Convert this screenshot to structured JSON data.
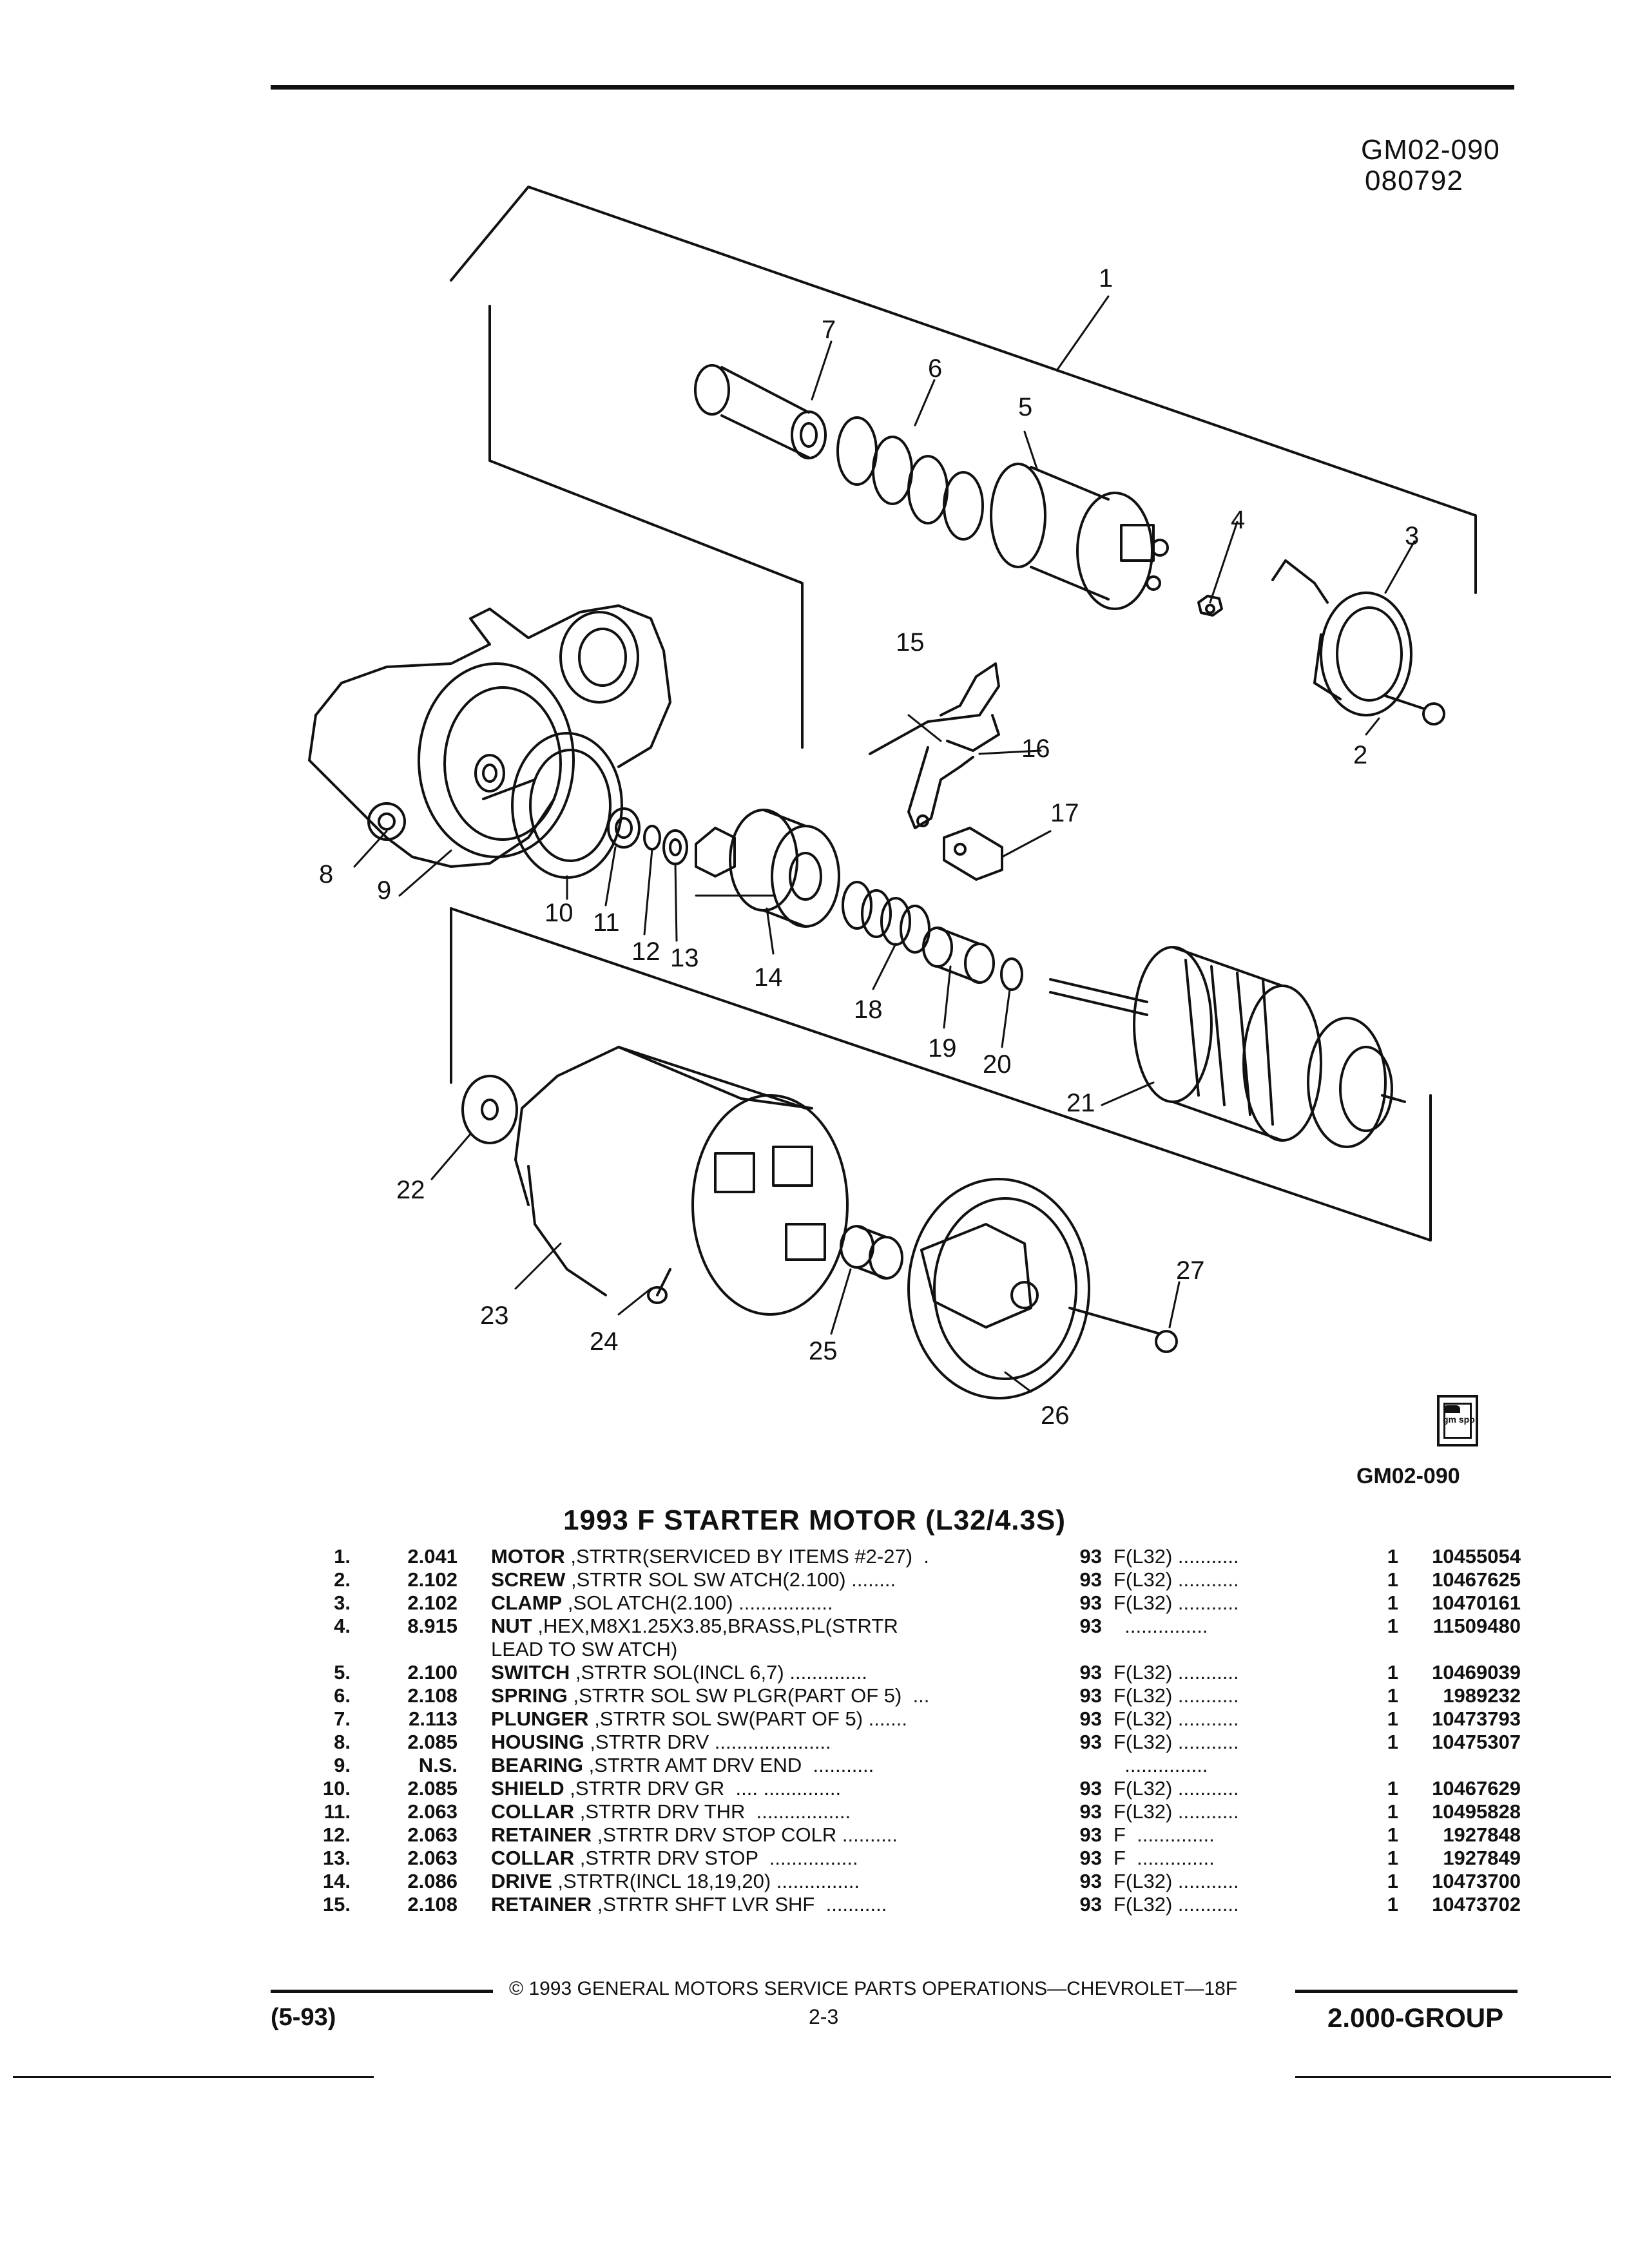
{
  "header": {
    "doc_id": "GM02-090",
    "date_code": "080792"
  },
  "diagram": {
    "callouts": [
      "1",
      "2",
      "3",
      "4",
      "5",
      "6",
      "7",
      "8",
      "9",
      "10",
      "11",
      "12",
      "13",
      "14",
      "15",
      "16",
      "17",
      "18",
      "19",
      "20",
      "21",
      "22",
      "23",
      "24",
      "25",
      "26",
      "27"
    ],
    "figure_id": "GM02-090",
    "logo_text": "gm spo"
  },
  "table": {
    "title": "1993 F STARTER MOTOR (L32/4.3S)",
    "rows": [
      {
        "item": "1.",
        "group": "2.041",
        "name": "MOTOR",
        "desc": " ,STRTR(SERVICED BY ITEMS #2-27)  .",
        "year": "93",
        "model": "F(L32) ...........",
        "qty": "1",
        "part": "10455054"
      },
      {
        "item": "2.",
        "group": "2.102",
        "name": "SCREW",
        "desc": " ,STRTR SOL SW ATCH(2.100) ........",
        "year": "93",
        "model": "F(L32) ...........",
        "qty": "1",
        "part": "10467625"
      },
      {
        "item": "3.",
        "group": "2.102",
        "name": "CLAMP",
        "desc": " ,SOL ATCH(2.100) .................",
        "year": "93",
        "model": "F(L32) ...........",
        "qty": "1",
        "part": "10470161"
      },
      {
        "item": "4.",
        "group": "8.915",
        "name": "NUT",
        "desc": " ,HEX,M8X1.25X3.85,BRASS,PL(STRTR\nLEAD TO SW ATCH)",
        "year": "93",
        "model": "  ...............",
        "qty": "1",
        "part": "11509480"
      },
      {
        "item": "5.",
        "group": "2.100",
        "name": "SWITCH",
        "desc": " ,STRTR SOL(INCL 6,7) ..............",
        "year": "93",
        "model": "F(L32) ...........",
        "qty": "1",
        "part": "10469039"
      },
      {
        "item": "6.",
        "group": "2.108",
        "name": "SPRING",
        "desc": " ,STRTR SOL SW PLGR(PART OF 5)  ...",
        "year": "93",
        "model": "F(L32) ...........",
        "qty": "1",
        "part": "1989232"
      },
      {
        "item": "7.",
        "group": "2.113",
        "name": "PLUNGER",
        "desc": " ,STRTR SOL SW(PART OF 5) .......",
        "year": "93",
        "model": "F(L32) ...........",
        "qty": "1",
        "part": "10473793"
      },
      {
        "item": "8.",
        "group": "2.085",
        "name": "HOUSING",
        "desc": " ,STRTR DRV .....................",
        "year": "93",
        "model": "F(L32) ...........",
        "qty": "1",
        "part": "10475307"
      },
      {
        "item": "9.",
        "group": "N.S.",
        "name": "BEARING",
        "desc": " ,STRTR AMT DRV END  ...........",
        "year": "",
        "model": "  ...............",
        "qty": "",
        "part": ""
      },
      {
        "item": "10.",
        "group": "2.085",
        "name": "SHIELD",
        "desc": " ,STRTR DRV GR  .... ..............",
        "year": "93",
        "model": "F(L32) ...........",
        "qty": "1",
        "part": "10467629"
      },
      {
        "item": "11.",
        "group": "2.063",
        "name": "COLLAR",
        "desc": " ,STRTR DRV THR  .................",
        "year": "93",
        "model": "F(L32) ...........",
        "qty": "1",
        "part": "10495828"
      },
      {
        "item": "12.",
        "group": "2.063",
        "name": "RETAINER",
        "desc": " ,STRTR DRV STOP COLR ..........",
        "year": "93",
        "model": "F  ..............",
        "qty": "1",
        "part": "1927848"
      },
      {
        "item": "13.",
        "group": "2.063",
        "name": "COLLAR",
        "desc": " ,STRTR DRV STOP  ................",
        "year": "93",
        "model": "F  ..............",
        "qty": "1",
        "part": "1927849"
      },
      {
        "item": "14.",
        "group": "2.086",
        "name": "DRIVE",
        "desc": " ,STRTR(INCL 18,19,20) ...............",
        "year": "93",
        "model": "F(L32) ...........",
        "qty": "1",
        "part": "10473700"
      },
      {
        "item": "15.",
        "group": "2.108",
        "name": "RETAINER",
        "desc": " ,STRTR SHFT LVR SHF  ...........",
        "year": "93",
        "model": "F(L32) ...........",
        "qty": "1",
        "part": "10473702"
      }
    ]
  },
  "footer": {
    "revision": "(5-93)",
    "copyright": "© 1993 GENERAL MOTORS SERVICE PARTS OPERATIONS—CHEVROLET—18F",
    "page": "2-3",
    "group": "2.000-GROUP"
  }
}
